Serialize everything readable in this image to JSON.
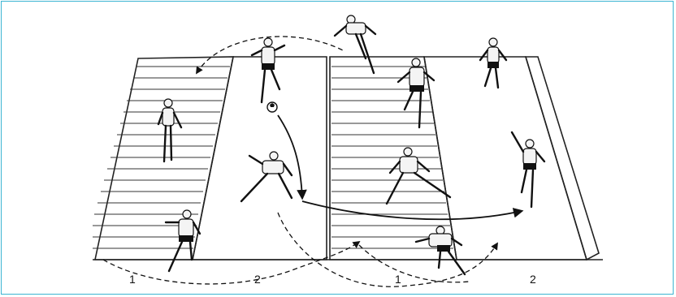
{
  "frame": {
    "border_color": "#3cb4d2"
  },
  "labels": {
    "zone_1_left": "1",
    "zone_2_left": "2",
    "zone_1_right": "1",
    "zone_2_right": "2"
  },
  "icons": {
    "ball": "soccer-ball-icon",
    "player": "player-figure"
  },
  "colors": {
    "ink": "#111111",
    "paper": "#ffffff"
  }
}
